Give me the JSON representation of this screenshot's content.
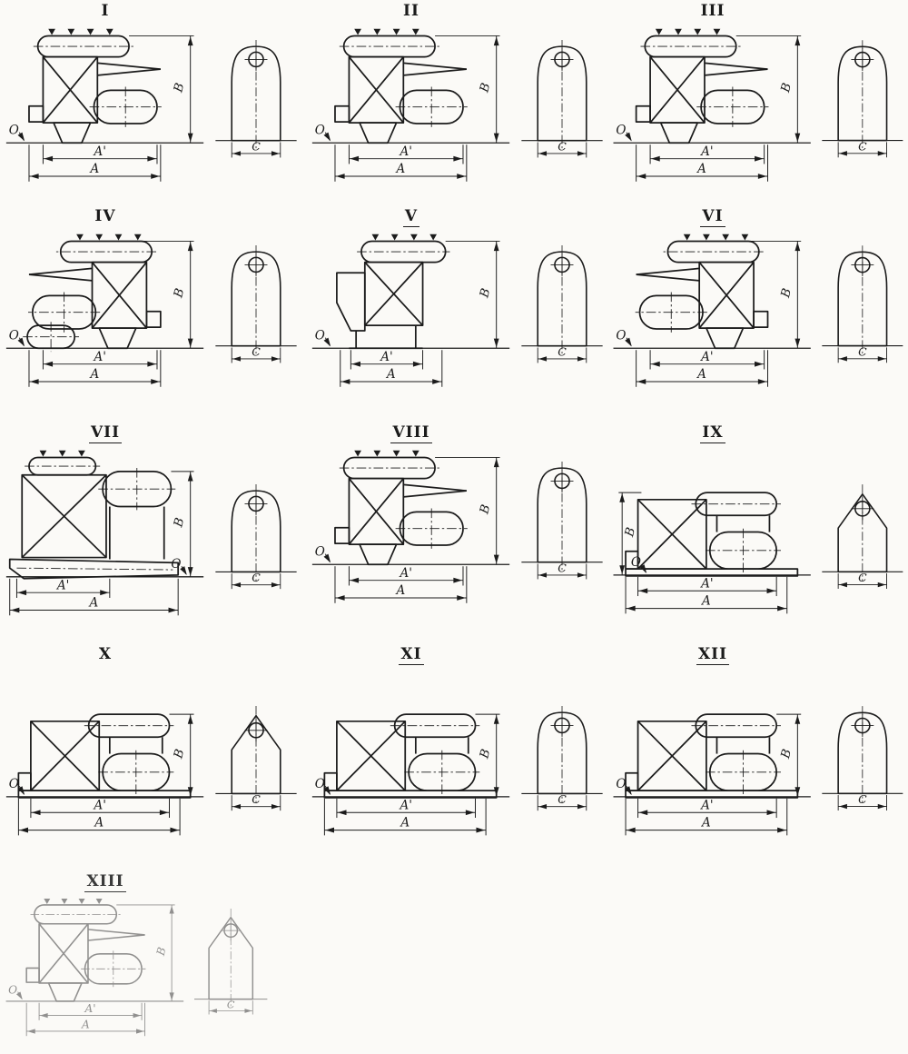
{
  "document": {
    "ink_color": "#1b1b1b",
    "paper_color": "#fbfaf7"
  },
  "dimension_letters": {
    "overall_width": "A",
    "inner_width": "A'",
    "height": "B",
    "end_view_width": "C",
    "datum_point": "O"
  },
  "variants": [
    {
      "numeral": "I",
      "labels": {
        "a": "A",
        "a_prime": "A'",
        "b": "B",
        "c": "C",
        "o": "O"
      }
    },
    {
      "numeral": "II",
      "labels": {
        "a": "A",
        "a_prime": "A'",
        "b": "B",
        "c": "C",
        "o": "O"
      }
    },
    {
      "numeral": "III",
      "labels": {
        "a": "A",
        "a_prime": "A'",
        "b": "B",
        "c": "C",
        "o": "O"
      }
    },
    {
      "numeral": "IV",
      "labels": {
        "a": "A",
        "a_prime": "A'",
        "b": "B",
        "c": "C",
        "o": "O"
      }
    },
    {
      "numeral": "V",
      "labels": {
        "a": "A",
        "a_prime": "A'",
        "b": "B",
        "c": "C",
        "o": "O"
      }
    },
    {
      "numeral": "VI",
      "labels": {
        "a": "A",
        "a_prime": "A'",
        "b": "B",
        "c": "C",
        "o": "O"
      }
    },
    {
      "numeral": "VII",
      "labels": {
        "a": "A",
        "a_prime": "A'",
        "b": "B",
        "c": "C",
        "o": "O"
      }
    },
    {
      "numeral": "VIII",
      "labels": {
        "a": "A",
        "a_prime": "A'",
        "b": "B",
        "c": "C",
        "o": "O"
      }
    },
    {
      "numeral": "IX",
      "labels": {
        "a": "A",
        "a_prime": "A'",
        "b": "B",
        "c": "C",
        "o": "O"
      }
    },
    {
      "numeral": "X",
      "labels": {
        "a": "A",
        "a_prime": "A'",
        "b": "B",
        "c": "C",
        "o": "O"
      }
    },
    {
      "numeral": "XI",
      "labels": {
        "a": "A",
        "a_prime": "A'",
        "b": "B",
        "c": "C",
        "o": "O"
      }
    },
    {
      "numeral": "XII",
      "labels": {
        "a": "A",
        "a_prime": "A'",
        "b": "B",
        "c": "C",
        "o": "O"
      }
    },
    {
      "numeral": "XIII",
      "labels": {
        "a": "A",
        "a_prime": "A'",
        "b": "B",
        "c": "C",
        "o": "O"
      }
    }
  ]
}
